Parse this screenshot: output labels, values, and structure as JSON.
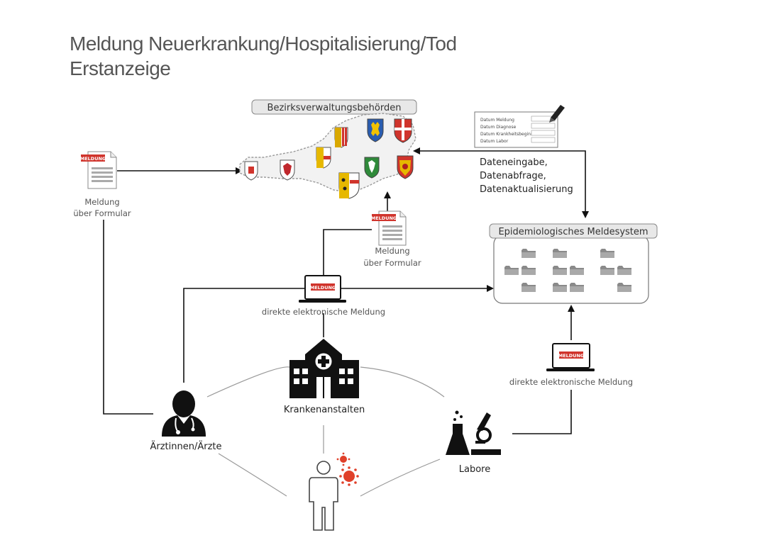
{
  "header": {
    "title_line1": "Meldung Neuerkrankung/Hospitalisierung/Tod",
    "title_line2": "Erstanzeige"
  },
  "nodes": {
    "bezirk_label": "Bezirksverwaltungsbehörden",
    "ems_label": "Epidemiologisches Meldesystem",
    "hospital_label": "Krankenanstalten",
    "doctors_label": "Ärztinnen/Ärzte",
    "labs_label": "Labore"
  },
  "form_badge": "MELDUNG",
  "form_left": {
    "line1": "Meldung",
    "line2": "über Formular"
  },
  "form_mid": {
    "line1": "Meldung",
    "line2": "über Formular"
  },
  "laptop_mid_caption": "direkte elektronische Meldung",
  "laptop_right_caption": "direkte elektronische Meldung",
  "data_entry": {
    "line1": "Dateneingabe,",
    "line2": "Datenabfrage,",
    "line3": "Datenaktualisierung"
  },
  "form_fields": [
    "Datum Meldung",
    "Datum Diagnose",
    "Datum Krankheitsbeginn",
    "Datum Labor"
  ],
  "colors": {
    "badge_red": "#d0342c",
    "virus_red": "#e0402a",
    "line": "#111111",
    "arc": "#999999",
    "map_fill": "#f2f2f2",
    "title_gray": "#555555"
  },
  "icons": {
    "form": "form-document-icon",
    "laptop": "laptop-icon",
    "hospital": "hospital-icon",
    "doctor": "doctor-icon",
    "lab": "lab-icon",
    "patient": "patient-icon",
    "virus": "virus-icon",
    "folder": "folder-icon",
    "pen": "pen-icon",
    "map": "austria-map-icon"
  }
}
